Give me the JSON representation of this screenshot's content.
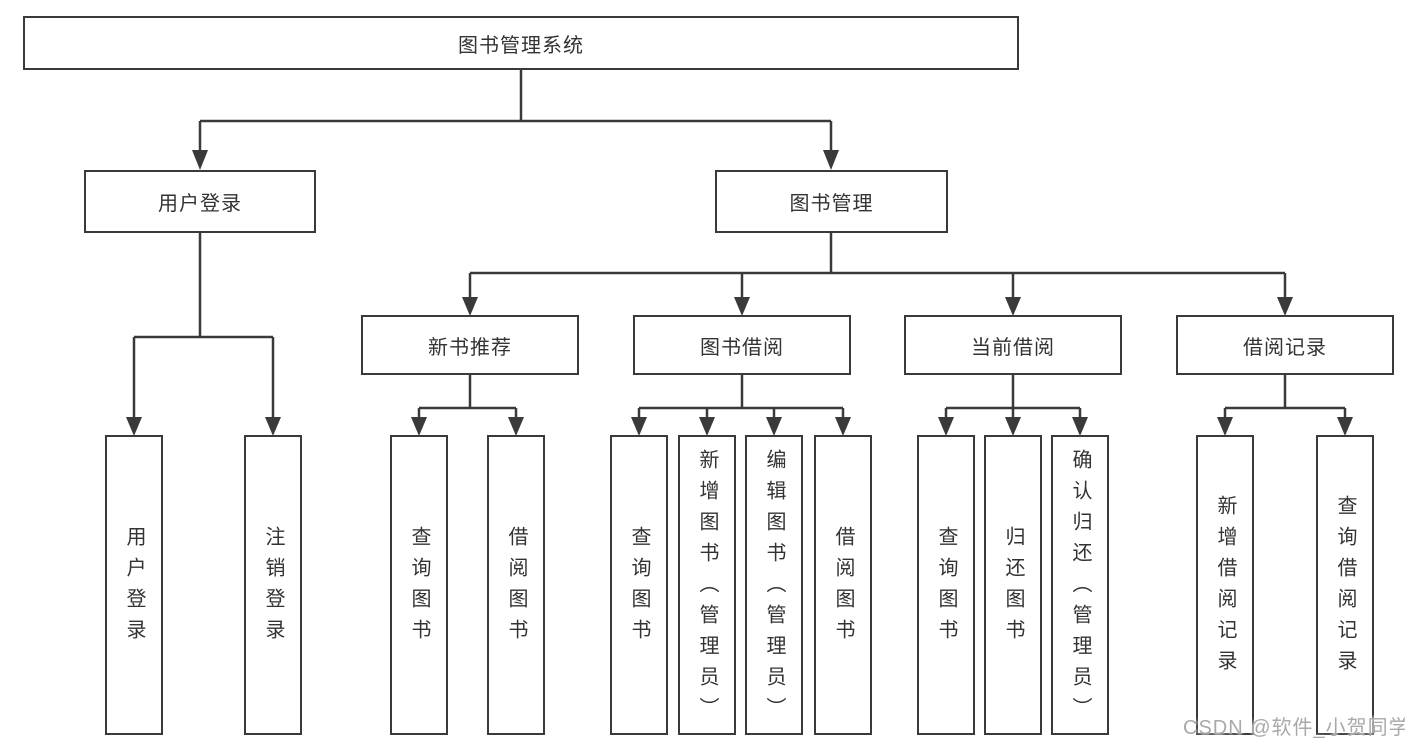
{
  "colors": {
    "line": "#3a3a3a",
    "text": "#333333",
    "background": "#ffffff",
    "watermark": "#a9a9a9"
  },
  "nodes": {
    "root": "图书管理系统",
    "level2": [
      "用户登录",
      "图书管理"
    ],
    "level3": [
      "新书推荐",
      "图书借阅",
      "当前借阅",
      "借阅记录"
    ],
    "leaves_user_login": [
      "用户登录",
      "注销登录"
    ],
    "leaves_new_books": [
      "查询图书",
      "借阅图书"
    ],
    "leaves_book_borrow": [
      "查询图书",
      "新增图书（管理员）",
      "编辑图书（管理员）",
      "借阅图书"
    ],
    "leaves_current_borrow": [
      "查询图书",
      "归还图书",
      "确认归还（管理员）"
    ],
    "leaves_borrow_records": [
      "新增借阅记录",
      "查询借阅记录"
    ]
  },
  "watermark": "CSDN @软件_小贺同学"
}
